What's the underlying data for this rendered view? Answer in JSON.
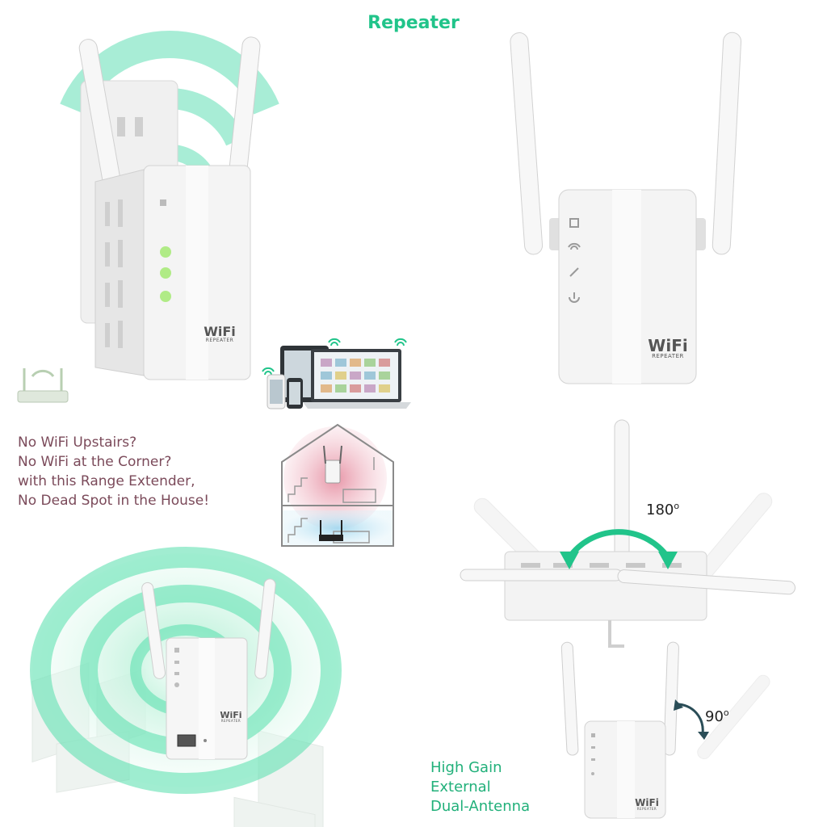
{
  "headline": "Repeater",
  "tagline": [
    "No WiFi Upstairs?",
    "No WiFi at the Corner?",
    "with this Range Extender,",
    "No Dead Spot in the House!"
  ],
  "antenna_copy": [
    "High Gain",
    "External",
    "Dual-Antenna"
  ],
  "rotation": {
    "label_180": "180",
    "label_90": "90",
    "degree_mark": "o"
  },
  "device_badge": {
    "brand": "WiFi",
    "caption": "REPEATER"
  },
  "colors": {
    "headline": "#21c48a",
    "tagline": "#7b4a5a",
    "antenna_copy": "#21b07a",
    "signal": "#3fd9a6",
    "device_body": "#f3f3f3",
    "device_edge": "#d4d4d4",
    "led_green": "#9fe86a"
  }
}
